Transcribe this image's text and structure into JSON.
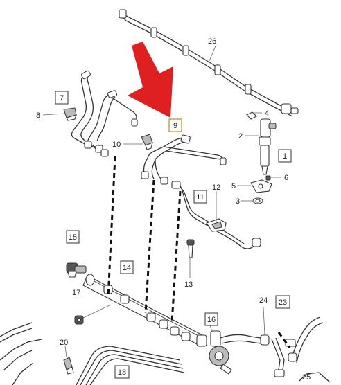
{
  "diagram": {
    "highlight_color": "#e02020",
    "box_labels": [
      "7",
      "9",
      "1",
      "11",
      "15",
      "14",
      "16",
      "23",
      "18"
    ],
    "plain_labels": [
      "26",
      "8",
      "4",
      "2",
      "10",
      "6",
      "5",
      "3",
      "12",
      "13",
      "17",
      "24",
      "20",
      "25"
    ],
    "highlighted_part": "9",
    "icons": [
      "red-arrow-icon"
    ]
  }
}
